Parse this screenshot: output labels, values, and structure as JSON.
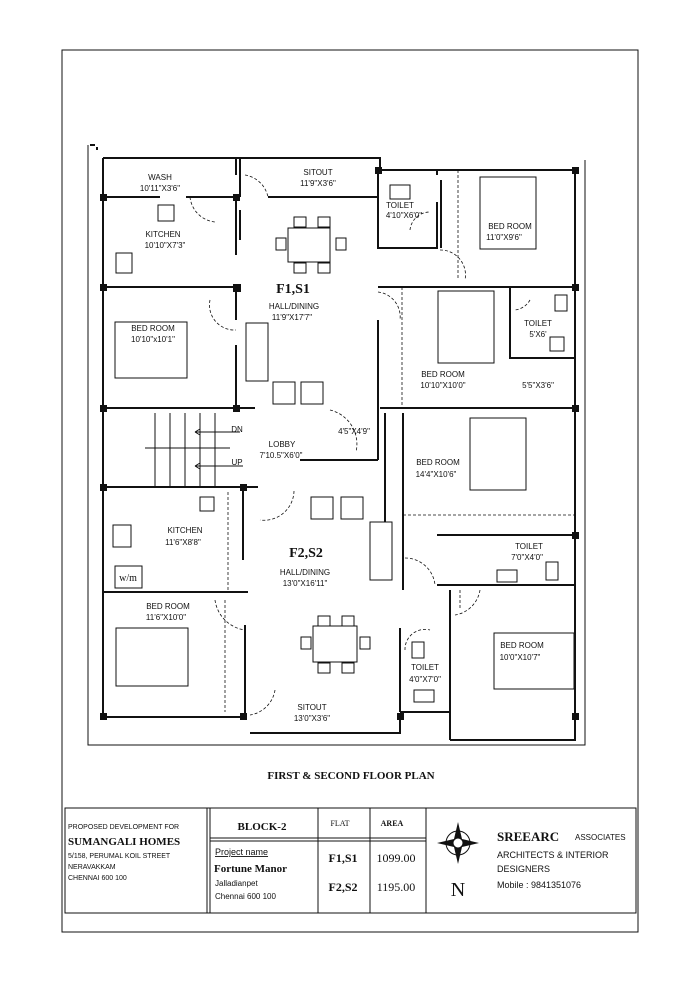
{
  "plan": {
    "caption": "FIRST & SECOND FLOOR PLAN",
    "flat1": {
      "name": "F1,S1",
      "rooms": [
        {
          "name": "WASH",
          "size": "10'11\"X3'6\""
        },
        {
          "name": "SITOUT",
          "size": "11'9\"X3'6\""
        },
        {
          "name": "KITCHEN",
          "size": "10'10\"X7'3\""
        },
        {
          "name": "TOILET",
          "size": "4'10\"X6'0\""
        },
        {
          "name": "BED ROOM",
          "size": "11'0\"X9'6\""
        },
        {
          "name": "HALL/DINING",
          "size": "11'9\"X17'7\""
        },
        {
          "name": "BED ROOM",
          "size": "10'10\"x10'1\""
        },
        {
          "name": "TOILET",
          "size": "5'X6'"
        },
        {
          "name": "BED ROOM",
          "size": "10'10\"X10'0\""
        }
      ],
      "balcony": "5'5\"X3'6\""
    },
    "lobby": {
      "name": "LOBBY",
      "size": "7'10.5\"X6'0\"",
      "duct": "4'5\"X4'9\"",
      "dn": "DN",
      "up": "UP"
    },
    "flat2": {
      "name": "F2,S2",
      "rooms": [
        {
          "name": "BED ROOM",
          "size": "14'4\"X10'6\""
        },
        {
          "name": "KITCHEN",
          "size": "11'6\"X8'8\""
        },
        {
          "name": "HALL/DINING",
          "size": "13'0\"X16'11\""
        },
        {
          "name": "TOILET",
          "size": "7'0\"X4'0\""
        },
        {
          "name": "BED ROOM",
          "size": "11'6\"X10'0\""
        },
        {
          "name": "BED ROOM",
          "size": "10'0\"X10'7\""
        },
        {
          "name": "TOILET",
          "size": "4'0\"X7'0\""
        },
        {
          "name": "SITOUT",
          "size": "13'0\"X3'6\""
        }
      ],
      "wm": "w/m"
    }
  },
  "title_block": {
    "client": {
      "line1": "PROPOSED DEVELOPMENT FOR",
      "name": "SUMANGALI HOMES",
      "addr1": "5/158, PERUMAL KOIL STREET",
      "addr2": "NERAVAKKAM",
      "addr3": "CHENNAI 600 100"
    },
    "block": "BLOCK-2",
    "project_label": "Project name",
    "project_name": "Fortune Manor",
    "project_addr1": "Jalladianpet",
    "project_addr2": "Chennai 600 100",
    "table": {
      "headers": [
        "FLAT",
        "AREA"
      ],
      "rows": [
        [
          "F1,S1",
          "1099.00"
        ],
        [
          "F2,S2",
          "1195.00"
        ]
      ]
    },
    "north": "N",
    "firm": {
      "name": "SREEARC",
      "suffix": "ASSOCIATES",
      "line2": "ARCHITECTS & INTERIOR",
      "line3": "DESIGNERS",
      "mobile": "Mobile : 9841351076"
    }
  }
}
